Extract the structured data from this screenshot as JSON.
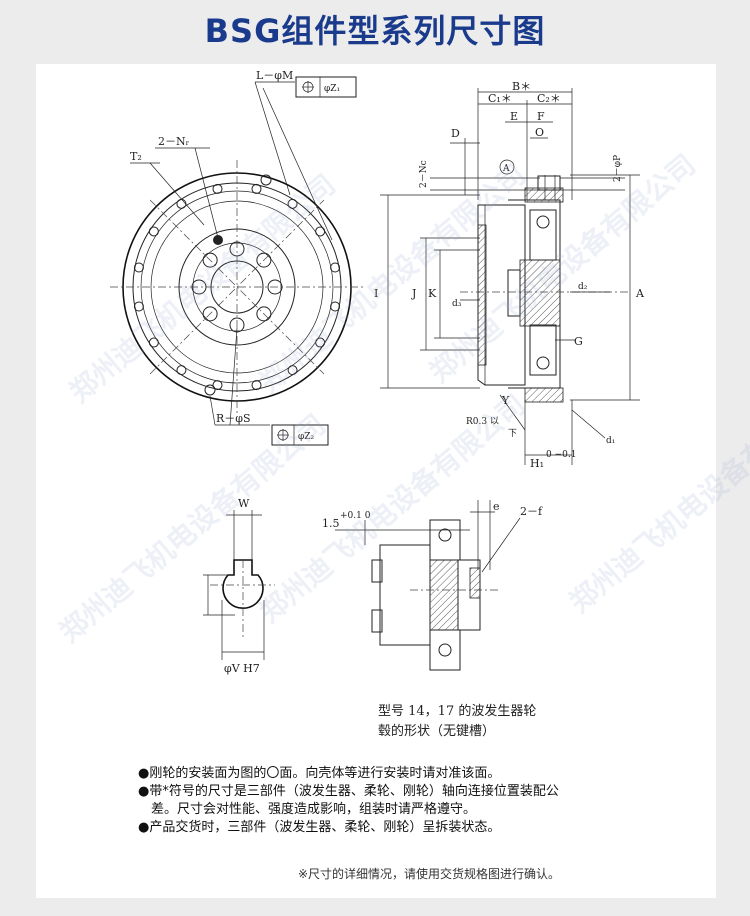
{
  "title": "BSG组件型系列尺寸图",
  "watermark": "郑州迪飞机电设备有限公司",
  "labels": {
    "L_phiM": "L－φM",
    "phiZ1": "φZ₁",
    "two_Nr": "2－Nᵣ",
    "T2": "T₂",
    "R_phiS": "R－φS",
    "phiZ2": "φZ₂",
    "Bstar": "B＊",
    "C1star": "C₁＊",
    "C2star": "C₂＊",
    "D": "D",
    "E": "E",
    "F": "F",
    "O": "O",
    "two_Nc": "2－Nc",
    "two_phiP": "2－φP",
    "circleA": "A",
    "I": "I",
    "J": "J",
    "K": "K",
    "d3": "d₃",
    "d2": "d₂",
    "A": "A",
    "G": "G",
    "Y": "Y",
    "R03": "R0.3 以",
    "R03b": "下",
    "d1": "d₁",
    "H1": "H₁",
    "H1tol": "0 −0.1",
    "W": "W",
    "phiVH7": "φV H7",
    "dim15": "1.5",
    "dim15tol": "+0.1 0",
    "e": "e",
    "two_f": "2－f",
    "symbol_pos": "⊕"
  },
  "caption": [
    "型号 14，17 的波发生器轮",
    "毂的形状（无键槽）"
  ],
  "notes": [
    "●刚轮的安装面为图的〇面。向壳体等进行安装时请对准该面。",
    "●带*符号的尺寸是三部件（波发生器、柔轮、刚轮）轴向连接位置装配公",
    "　差。尺寸会对性能、强度造成影响，组装时请严格遵守。",
    "●产品交货时，三部件（波发生器、柔轮、刚轮）呈拆装状态。"
  ],
  "footnote": "※尺寸的详细情况，请使用交货规格图进行确认。",
  "colors": {
    "title": "#1a3a8c",
    "background": "#ececec",
    "panel": "#ffffff"
  }
}
